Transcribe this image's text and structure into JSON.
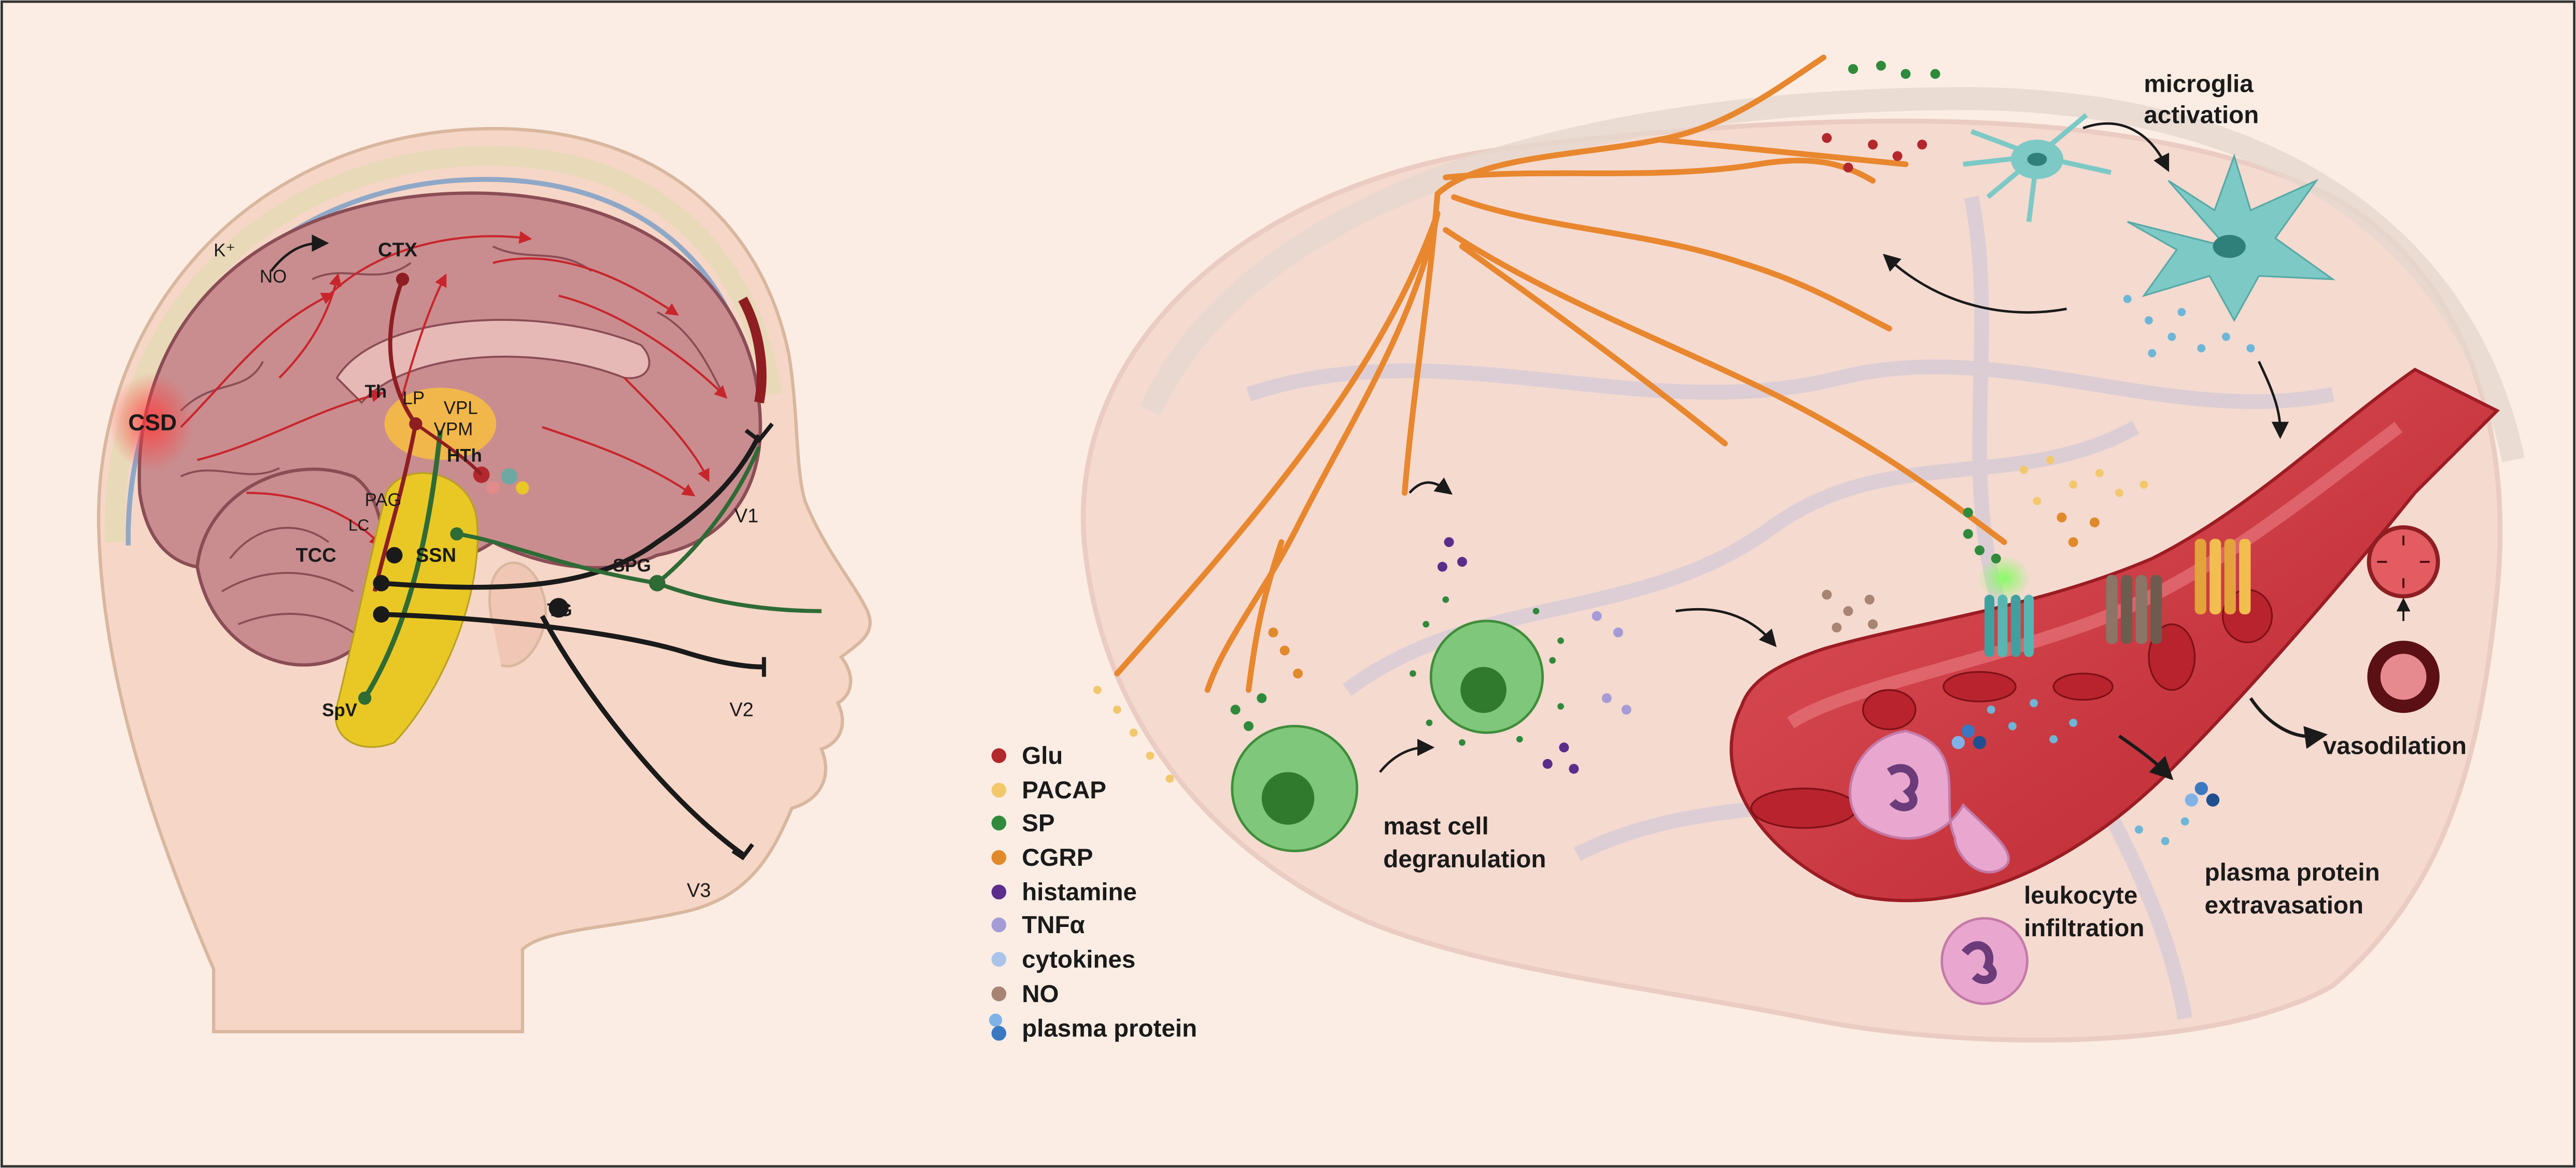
{
  "head_panel": {
    "labels": {
      "k": "K⁺",
      "no": "NO",
      "ctx": "CTX",
      "csd": "CSD",
      "th": "Th",
      "lp": "LP",
      "vpl": "VPL",
      "vpm": "VPM",
      "hth": "HTh",
      "pag": "PAG",
      "lc": "LC",
      "tcc": "TCC",
      "ssn": "SSN",
      "spv": "SpV",
      "tg": "TG",
      "spg": "SPG",
      "v1": "V1",
      "v2": "V2",
      "v3": "V3"
    }
  },
  "brain_panel": {
    "labels": {
      "microglia": [
        "microglia",
        "activation"
      ],
      "mast_cell": [
        "mast cell",
        "degranulation"
      ],
      "leukocyte": [
        "leukocyte",
        "infiltration"
      ],
      "plasma": [
        "plasma protein",
        "extravasation"
      ],
      "vasodilation": "vasodilation"
    }
  },
  "legend": {
    "items": [
      {
        "label": "Glu",
        "color": "#b3282d"
      },
      {
        "label": "PACAP",
        "color": "#f2c86b"
      },
      {
        "label": "SP",
        "color": "#2f8a3c"
      },
      {
        "label": "CGRP",
        "color": "#e08a2c"
      },
      {
        "label": "histamine",
        "color": "#5b2d8a"
      },
      {
        "label": "TNFα",
        "color": "#a59bd6"
      },
      {
        "label": "cytokines",
        "color": "#a9c4e8"
      },
      {
        "label": "NO",
        "color": "#a88472"
      },
      {
        "label": "plasma protein",
        "color": "#3a78c2"
      }
    ]
  },
  "colors": {
    "panel_bg": "#fbede4",
    "brain": "#c98d8f",
    "trigeminal": "#1a1a1a",
    "parasympathetic": "#2e6b35",
    "sensory_nucleus": "#e9c826",
    "nerve_fiber": "#e8872e",
    "vessel": "#d8434c",
    "microglia": "#7cc9c6",
    "mast_cell": "#6fbf6a",
    "leukocyte": "#e9a7cf"
  }
}
